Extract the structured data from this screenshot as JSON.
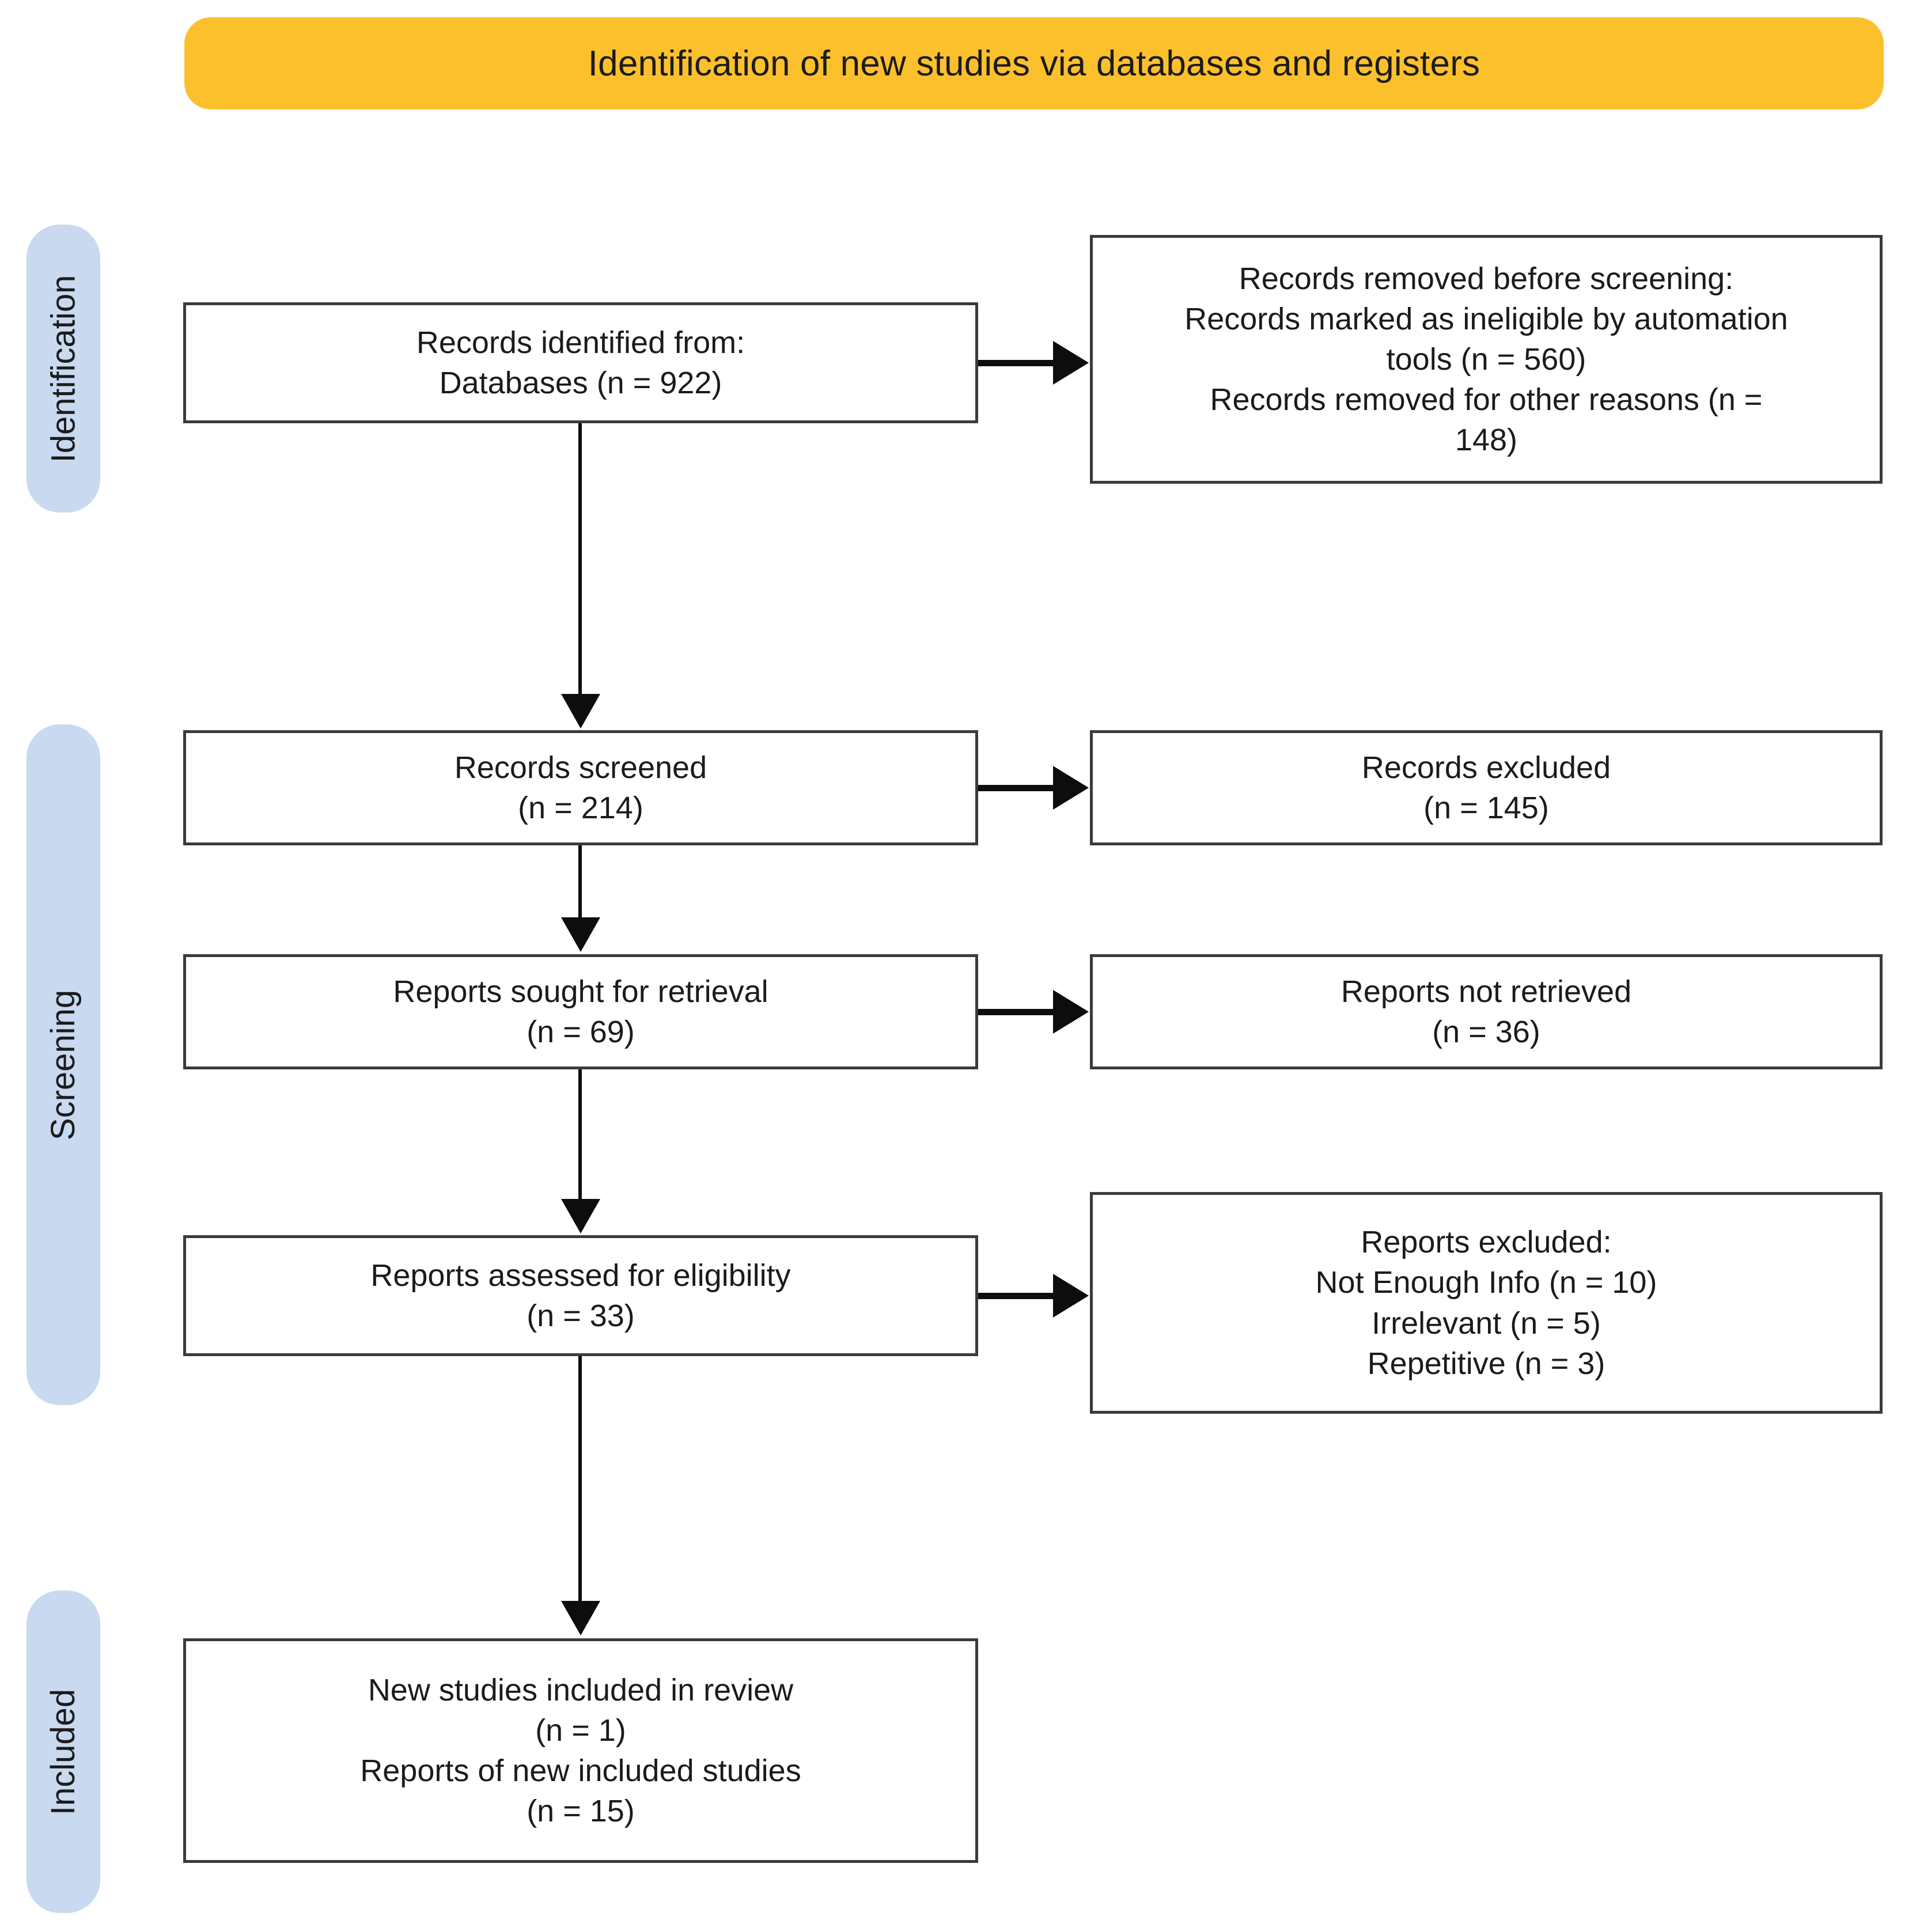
{
  "banner": {
    "title": "Identification of new studies via databases and registers",
    "color": "#FCC02D"
  },
  "stages": {
    "color": "#C8D9F0",
    "identification": "Identification",
    "screening": "Screening",
    "included": "Included"
  },
  "boxes": {
    "identified": {
      "line1": "Records identified from:",
      "line2": "Databases (n = 922)"
    },
    "removed": {
      "line1": "Records removed before screening:",
      "line2": "Records marked as ineligible by automation",
      "line3": "tools (n = 560)",
      "line4": "Records removed for other reasons (n =",
      "line5": "148)"
    },
    "screened": {
      "line1": "Records screened",
      "line2": "(n = 214)"
    },
    "excluded": {
      "line1": "Records excluded",
      "line2": "(n = 145)"
    },
    "sought": {
      "line1": "Reports sought for retrieval",
      "line2": "(n = 69)"
    },
    "not_retrieved": {
      "line1": "Reports not retrieved",
      "line2": "(n = 36)"
    },
    "assessed": {
      "line1": "Reports assessed for eligibility",
      "line2": "(n = 33)"
    },
    "reports_excluded": {
      "line1": "Reports excluded:",
      "line2": "Not Enough Info (n = 10)",
      "line3": "Irrelevant (n = 5)",
      "line4": "Repetitive (n = 3)"
    },
    "included": {
      "line1": "New studies included in review",
      "line2": "(n = 1)",
      "line3": "Reports of new included studies",
      "line4": "(n = 15)"
    }
  }
}
